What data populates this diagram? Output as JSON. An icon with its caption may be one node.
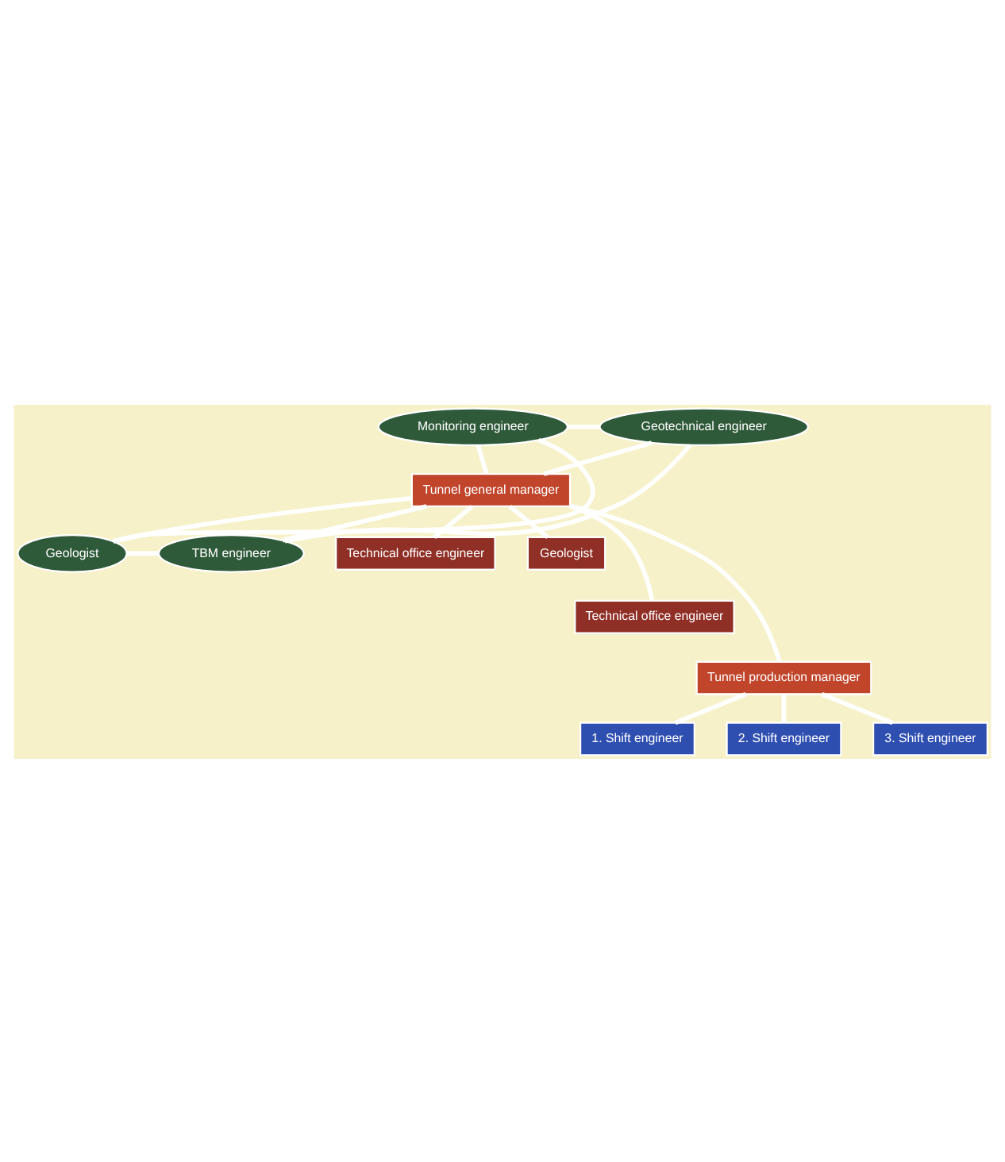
{
  "diagram": {
    "nodes": [
      {
        "text": [
          "Monitoring engineer"
        ]
      },
      {
        "text": [
          "Geotechnical engineer"
        ]
      },
      {
        "text": [
          "Tunnel general manager"
        ]
      },
      {
        "text": [
          "Geologist"
        ]
      },
      {
        "text": [
          "TBM engineer"
        ]
      },
      {
        "text": [
          "Technical office engineer"
        ]
      },
      {
        "text": [
          "Geologist"
        ]
      },
      {
        "text": [
          "Technical office engineer"
        ]
      },
      {
        "text": [
          "Tunnel production manager"
        ]
      },
      {
        "text": [
          "1. Shift engineer"
        ]
      },
      {
        "text": [
          "2. Shift engineer"
        ]
      },
      {
        "text": [
          "3. Shift engineer"
        ]
      }
    ],
    "edges": [
      {
        "from": 0,
        "to": 2,
        "arrow": "none"
      },
      {
        "from": 1,
        "to": 2,
        "arrow": "none"
      },
      {
        "from": 2,
        "to": 3,
        "arrow": "none"
      },
      {
        "from": 2,
        "to": 4,
        "arrow": "none"
      },
      {
        "from": 0,
        "to": 1,
        "arrow": "none"
      },
      {
        "from": 1,
        "to": 4,
        "arrow": "none"
      },
      {
        "from": 4,
        "to": 3,
        "arrow": "none"
      },
      {
        "from": 3,
        "to": 0,
        "arrow": "none"
      },
      {
        "from": 2,
        "to": 5,
        "arrow": "none"
      },
      {
        "from": 2,
        "to": 6,
        "arrow": "none"
      },
      {
        "from": 2,
        "to": 7,
        "arrow": "none"
      },
      {
        "from": 2,
        "to": 8,
        "arrow": "none"
      },
      {
        "from": 8,
        "to": 9,
        "arrow": "none"
      },
      {
        "from": 8,
        "to": 10,
        "arrow": "none"
      },
      {
        "from": 8,
        "to": 11,
        "arrow": "none"
      }
    ]
  }
}
